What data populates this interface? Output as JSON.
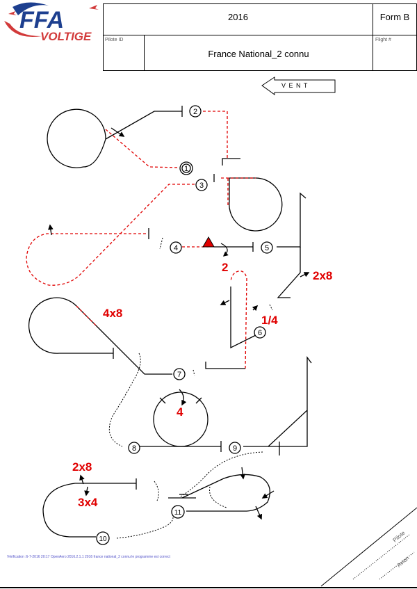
{
  "header": {
    "logo_text": "FFA VOLTIGE",
    "year": "2016",
    "form": "Form B",
    "pilot_id_label": "Pilote ID",
    "flight_label": "Flight #",
    "program": "France National_2 connu"
  },
  "wind": {
    "label": "V E N T",
    "direction": "left"
  },
  "figures": {
    "f1": "1",
    "f2": "2",
    "f3": "3",
    "f4": "4",
    "f5": "5",
    "f6": "6",
    "f7": "7",
    "f8": "8",
    "f9": "9",
    "f10": "10",
    "f11": "11"
  },
  "rolls": {
    "r_fig4": "2",
    "r_fig5": "2x8",
    "r_fig6": "1/4",
    "r_fig7a": "4x8",
    "r_fig8": "4",
    "r_fig10a": "2x8",
    "r_fig10b": "3x4"
  },
  "footer": {
    "verification": "Vérification :6-7-2016 20:17 OpenAero 2016.2.1.1 2016 france national_2 connu le programme est correct",
    "pilot_sign": "Pilote",
    "plane_sign": "Avion"
  },
  "colors": {
    "entry_path": "#e00000",
    "figure_line": "#000000",
    "roll_text": "#e00000"
  }
}
